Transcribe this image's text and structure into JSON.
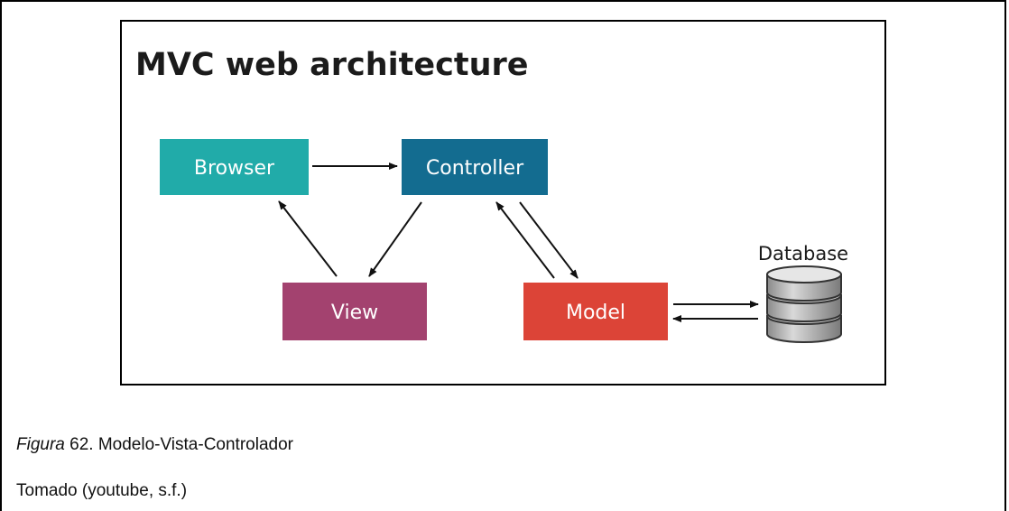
{
  "diagram": {
    "title": "MVC web architecture",
    "nodes": {
      "browser": {
        "label": "Browser",
        "color": "#21aba9"
      },
      "controller": {
        "label": "Controller",
        "color": "#136c90"
      },
      "view": {
        "label": "View",
        "color": "#a3426f"
      },
      "model": {
        "label": "Model",
        "color": "#dc4437"
      },
      "database": {
        "label": "Database",
        "icon": "database-icon"
      }
    },
    "edges": [
      {
        "from": "Browser",
        "to": "Controller"
      },
      {
        "from": "Controller",
        "to": "View"
      },
      {
        "from": "View",
        "to": "Browser"
      },
      {
        "from": "Controller",
        "to": "Model"
      },
      {
        "from": "Model",
        "to": "Controller"
      },
      {
        "from": "Model",
        "to": "Database"
      },
      {
        "from": "Database",
        "to": "Model"
      }
    ]
  },
  "caption": {
    "prefix": "Figura",
    "text": " 62. Modelo-Vista-Controlador"
  },
  "source": "Tomado (youtube, s.f.)"
}
